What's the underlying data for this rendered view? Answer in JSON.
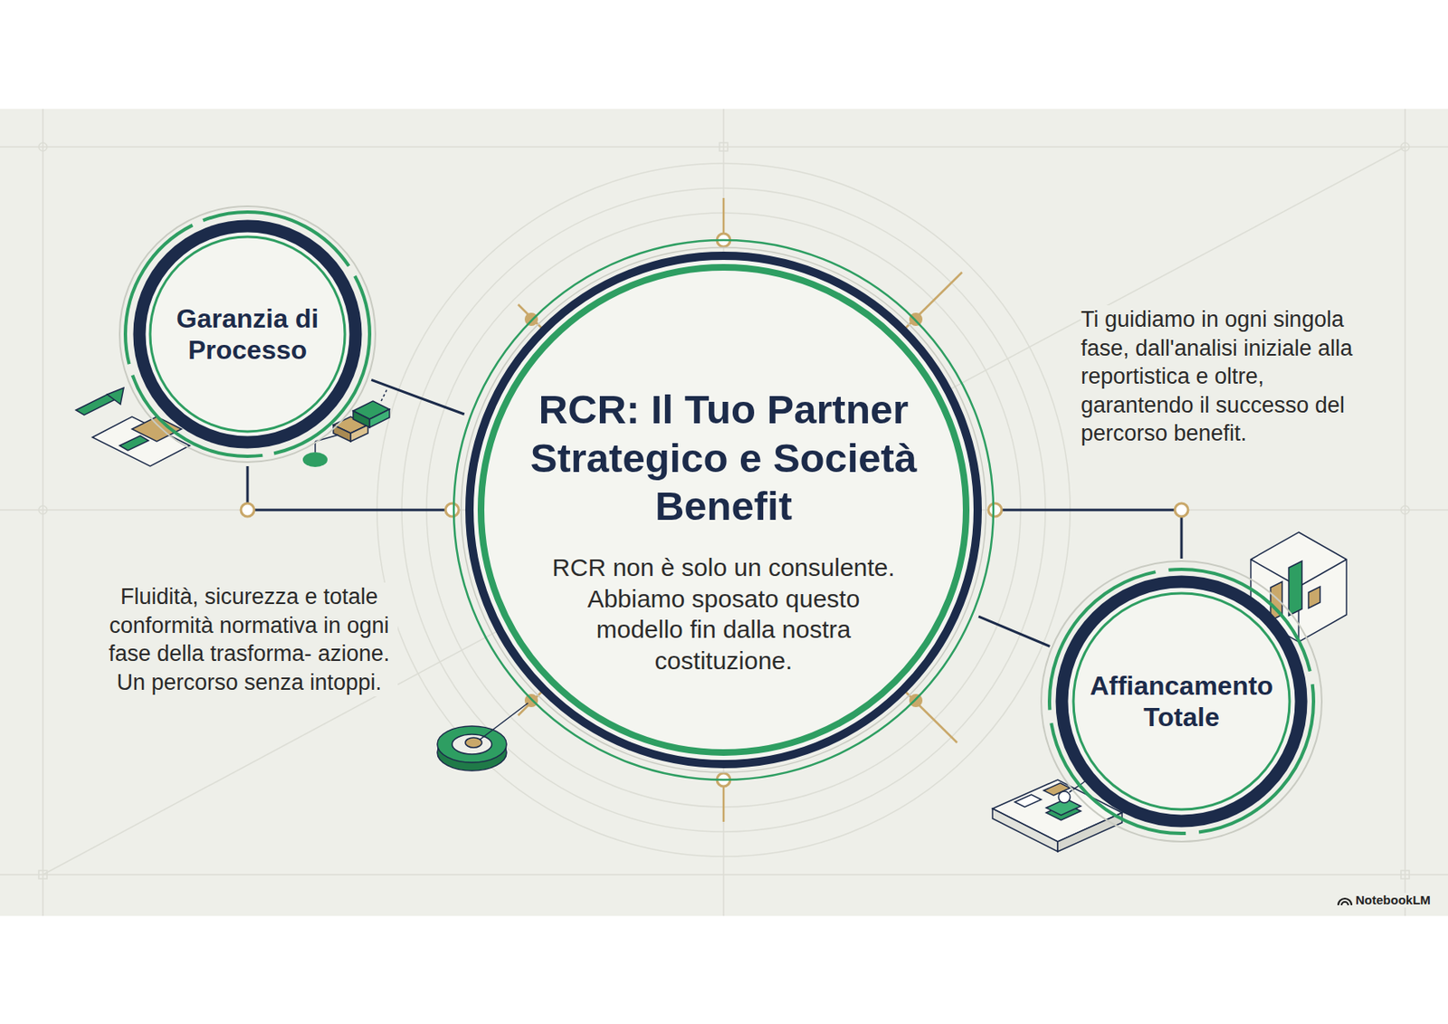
{
  "diagram": {
    "nodes": [
      {
        "text": [
          "Garanzia di Processo"
        ]
      },
      {
        "text": [
          "RCR: Il Tuo Partner Strategico e Società Benefit",
          "RCR non è solo un consulente. Abbiamo sposato questo modello fin dalla nostra costituzione."
        ]
      },
      {
        "text": [
          "Affiancamento Totale"
        ]
      }
    ],
    "edges": [
      {
        "from": 0,
        "to": 1,
        "arrow": "none"
      },
      {
        "from": 0,
        "to": 1,
        "arrow": "none"
      },
      {
        "from": 1,
        "to": 2,
        "arrow": "none"
      },
      {
        "from": 1,
        "to": 2,
        "arrow": "none"
      }
    ],
    "labels": [
      "Ti guidiamo in ogni singola fase, dall'analisi iniziale alla reportistica e oltre, garantendo il successo del percorso benefit.",
      "Fluidità, sicurezza e totale conformità normativa in ogni fase della trasforma- azione. Un percorso senza intoppi.",
      "NotebookLM"
    ]
  }
}
